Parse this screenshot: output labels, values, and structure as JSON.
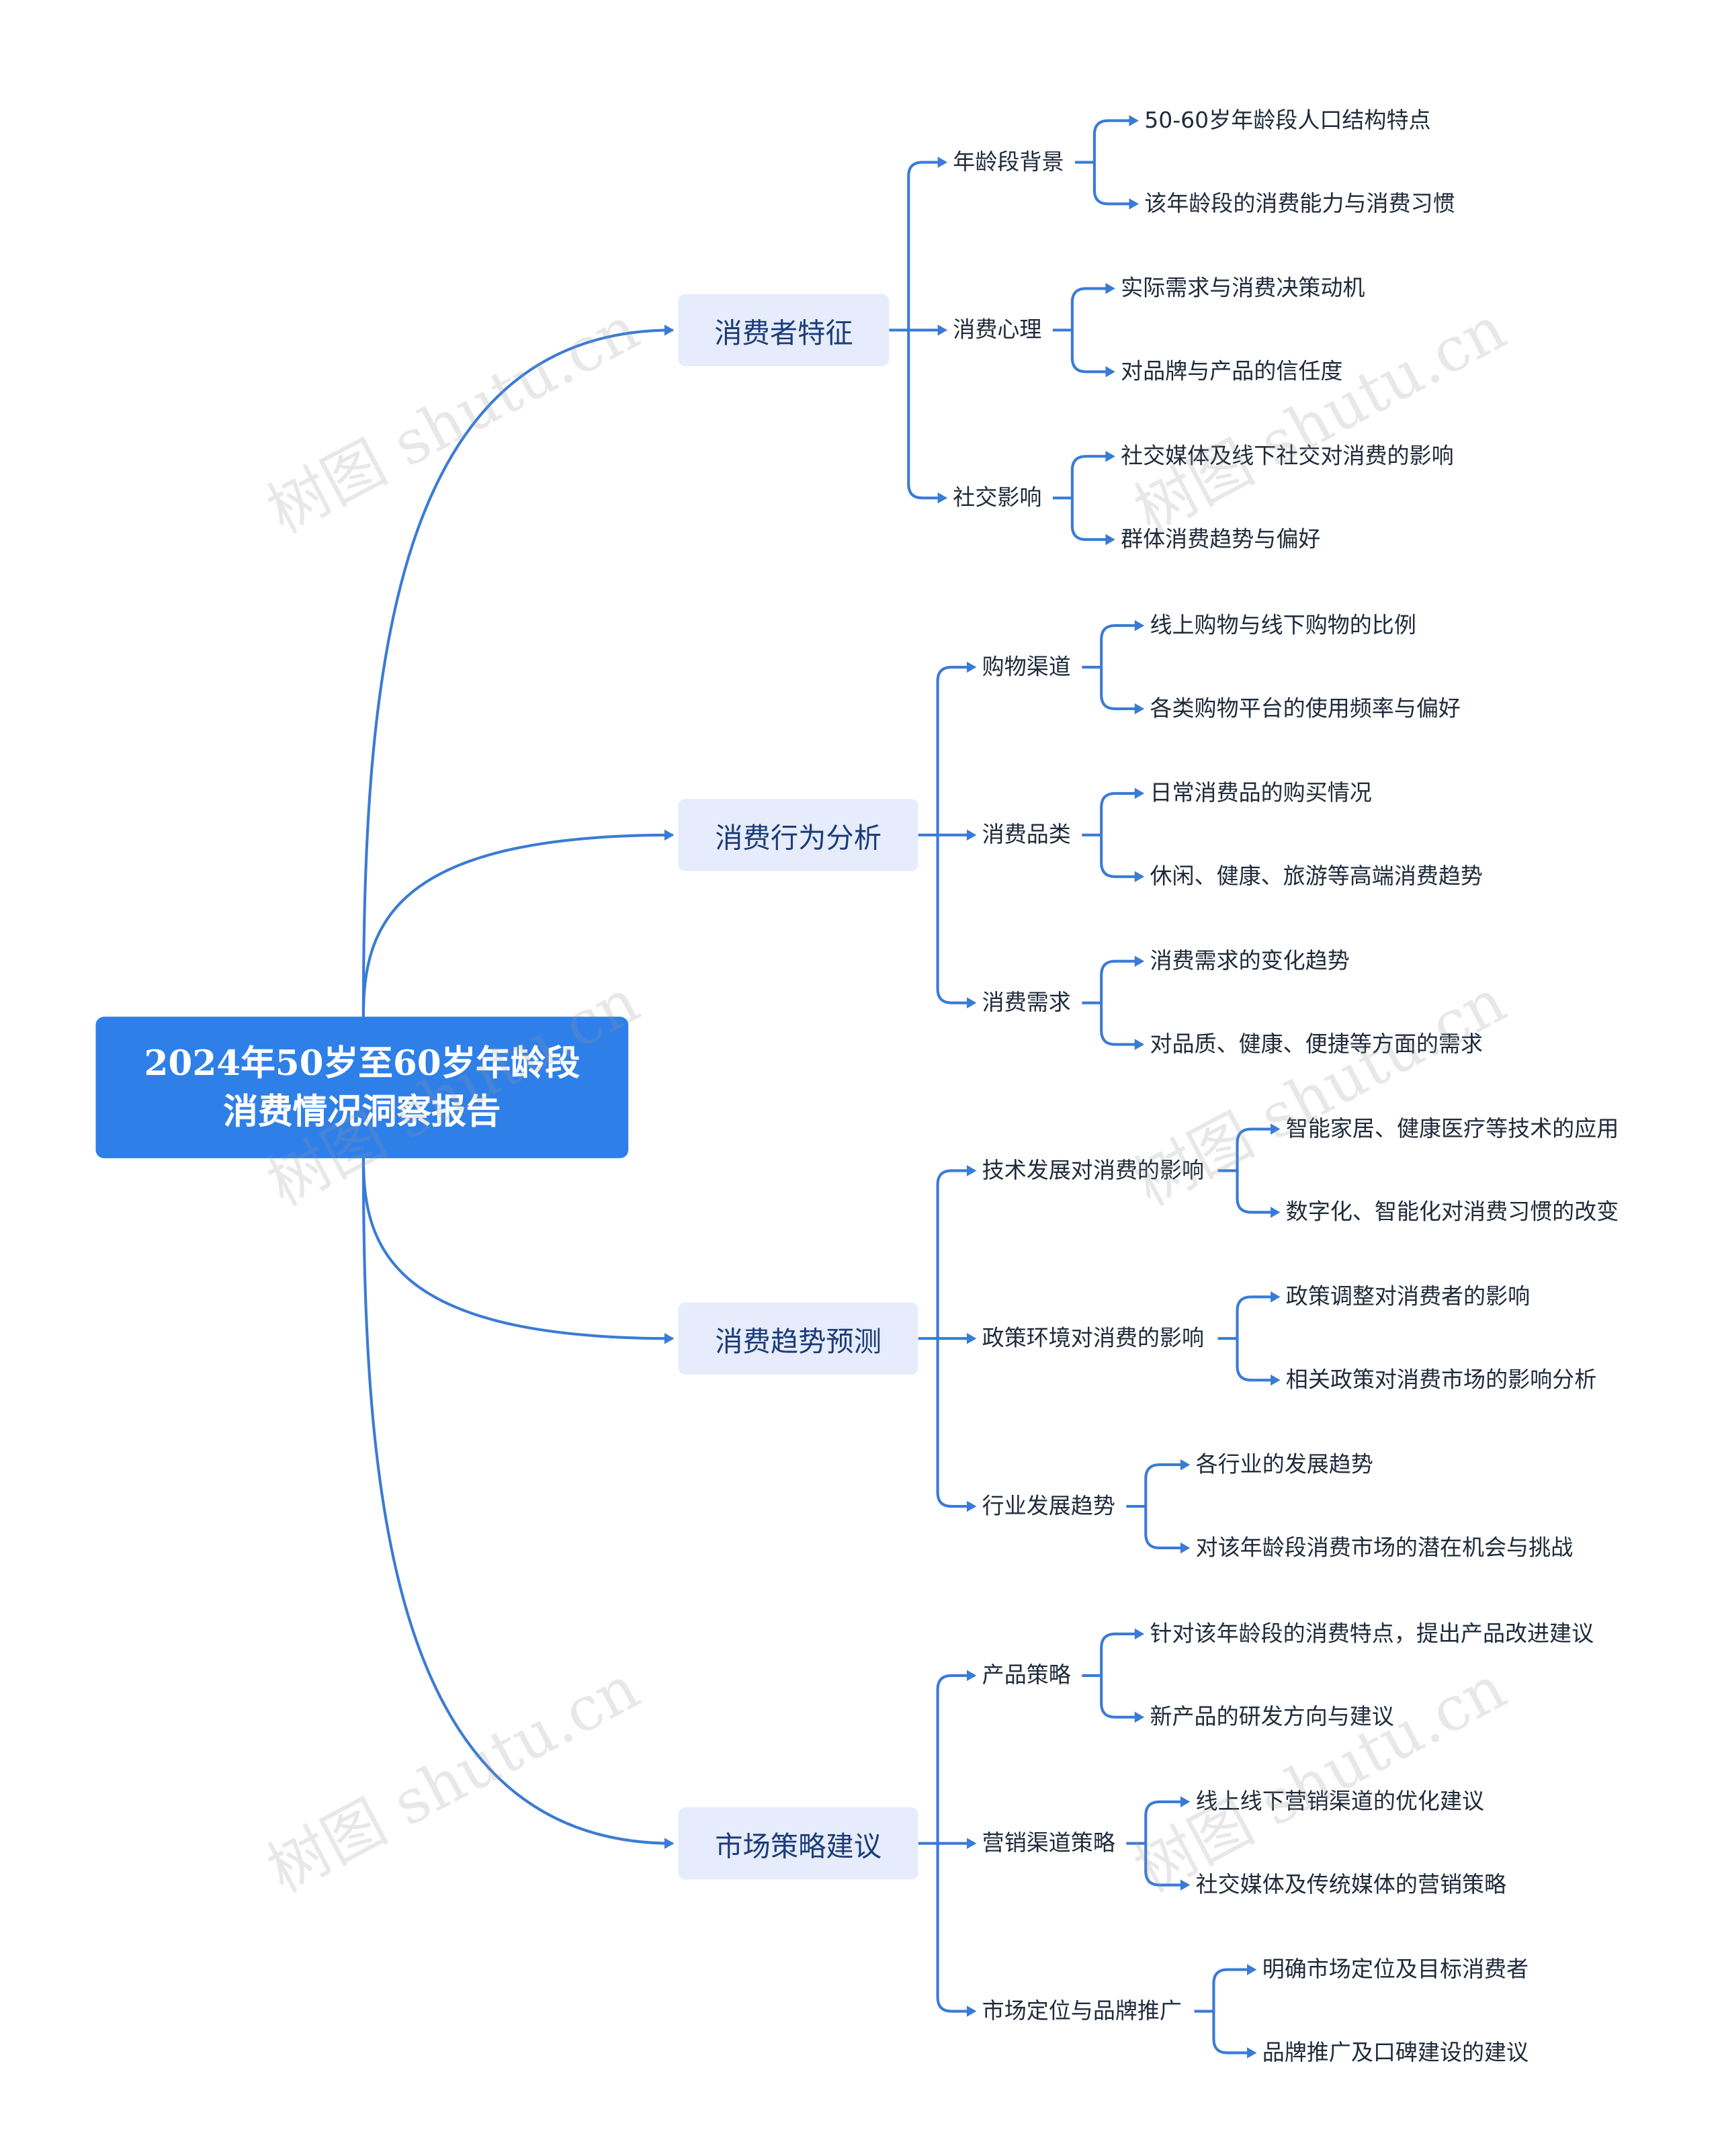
{
  "root": {
    "line1": "2024年50岁至60岁年龄段",
    "line2": "消费情况洞察报告"
  },
  "branches": [
    {
      "label": "消费者特征",
      "children": [
        {
          "label": "年龄段背景",
          "children": [
            "50-60岁年龄段人口结构特点",
            "该年龄段的消费能力与消费习惯"
          ]
        },
        {
          "label": "消费心理",
          "children": [
            "实际需求与消费决策动机",
            "对品牌与产品的信任度"
          ]
        },
        {
          "label": "社交影响",
          "children": [
            "社交媒体及线下社交对消费的影响",
            "群体消费趋势与偏好"
          ]
        }
      ]
    },
    {
      "label": "消费行为分析",
      "children": [
        {
          "label": "购物渠道",
          "children": [
            "线上购物与线下购物的比例",
            "各类购物平台的使用频率与偏好"
          ]
        },
        {
          "label": "消费品类",
          "children": [
            "日常消费品的购买情况",
            "休闲、健康、旅游等高端消费趋势"
          ]
        },
        {
          "label": "消费需求",
          "children": [
            "消费需求的变化趋势",
            "对品质、健康、便捷等方面的需求"
          ]
        }
      ]
    },
    {
      "label": "消费趋势预测",
      "children": [
        {
          "label": "技术发展对消费的影响",
          "children": [
            "智能家居、健康医疗等技术的应用",
            "数字化、智能化对消费习惯的改变"
          ]
        },
        {
          "label": "政策环境对消费的影响",
          "children": [
            "政策调整对消费者的影响",
            "相关政策对消费市场的影响分析"
          ]
        },
        {
          "label": "行业发展趋势",
          "children": [
            "各行业的发展趋势",
            "对该年龄段消费市场的潜在机会与挑战"
          ]
        }
      ]
    },
    {
      "label": "市场策略建议",
      "children": [
        {
          "label": "产品策略",
          "children": [
            "针对该年龄段的消费特点，提出产品改进建议",
            "新产品的研发方向与建议"
          ]
        },
        {
          "label": "营销渠道策略",
          "children": [
            "线上线下营销渠道的优化建议",
            "社交媒体及传统媒体的营销策略"
          ]
        },
        {
          "label": "市场定位与品牌推广",
          "children": [
            "明确市场定位及目标消费者",
            "品牌推广及口碑建设的建议"
          ]
        }
      ]
    }
  ],
  "watermark": "树图 shutu.cn",
  "colors": {
    "line": "#3a7bd5",
    "root_fill": "#2f7fe8",
    "branch_fill": "#e6ecfb"
  }
}
